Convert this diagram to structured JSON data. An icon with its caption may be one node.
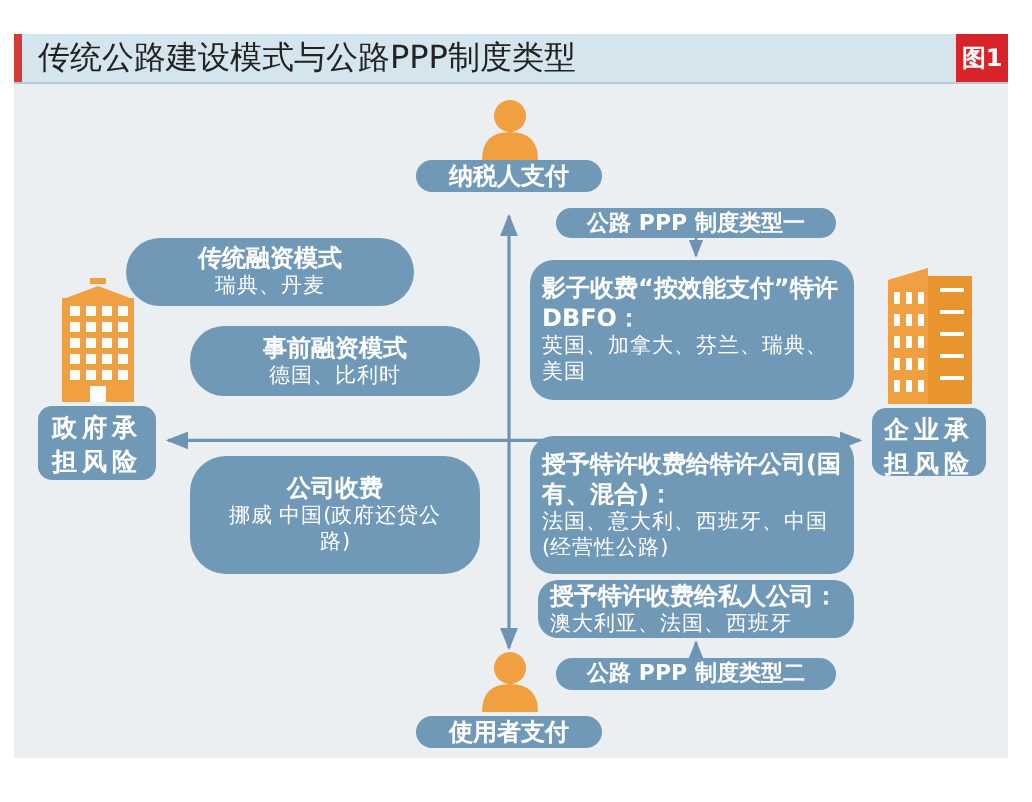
{
  "diagram": {
    "title": "传统公路建设模式与公路PPP制度类型",
    "nodes": [
      {
        "text": [
          "纳税人支付"
        ]
      },
      {
        "text": [
          "使用者支付"
        ]
      },
      {
        "text": [
          "政府承担风险"
        ]
      },
      {
        "text": [
          "企业承担风险"
        ]
      },
      {
        "text": [
          "传统融资模式",
          "瑞典、丹麦"
        ]
      },
      {
        "text": [
          "事前融资模式",
          "德国、比利时"
        ]
      },
      {
        "text": [
          "公司收费",
          "挪威 中国(政府还贷公路)"
        ]
      },
      {
        "text": [
          "公路 PPP 制度类型一"
        ]
      },
      {
        "text": [
          "影子收费“按效能支付”特许 DBFO：",
          "英国、加拿大、芬兰、瑞典、美国"
        ]
      },
      {
        "text": [
          "授予特许收费给特许公司(国有、混合)：",
          "法国、意大利、西班牙、中国(经营性公路)"
        ]
      },
      {
        "text": [
          "授予特许收费给私人公司：",
          "澳大利亚、法国、西班牙"
        ]
      },
      {
        "text": [
          "公路 PPP 制度类型二"
        ]
      }
    ],
    "edges": [
      {
        "from": 0,
        "to": 1,
        "arrow": "both"
      },
      {
        "from": 2,
        "to": 3,
        "arrow": "both"
      },
      {
        "from": 7,
        "to": 8,
        "arrow": "to"
      },
      {
        "from": 11,
        "to": 10,
        "arrow": "to"
      }
    ],
    "labels": [
      "图1"
    ]
  }
}
